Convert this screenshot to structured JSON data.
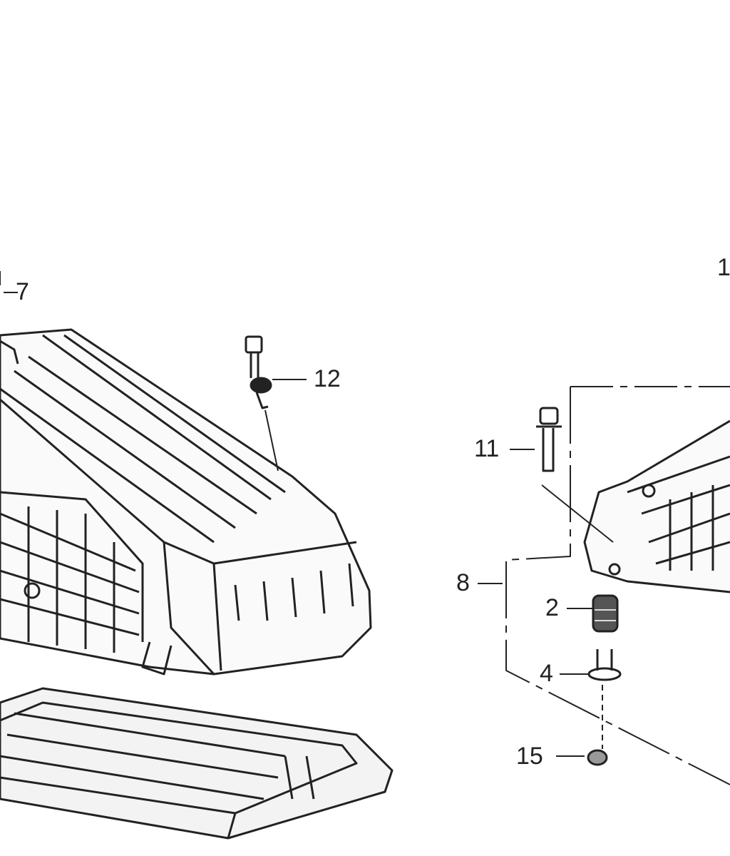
{
  "diagram": {
    "labels": {
      "p7": "7",
      "p12": "12",
      "p11": "11",
      "p8": "8",
      "p2": "2",
      "p4": "4",
      "p15": "15",
      "p1": "1"
    },
    "colors": {
      "line": "#222222",
      "background": "#ffffff"
    }
  }
}
